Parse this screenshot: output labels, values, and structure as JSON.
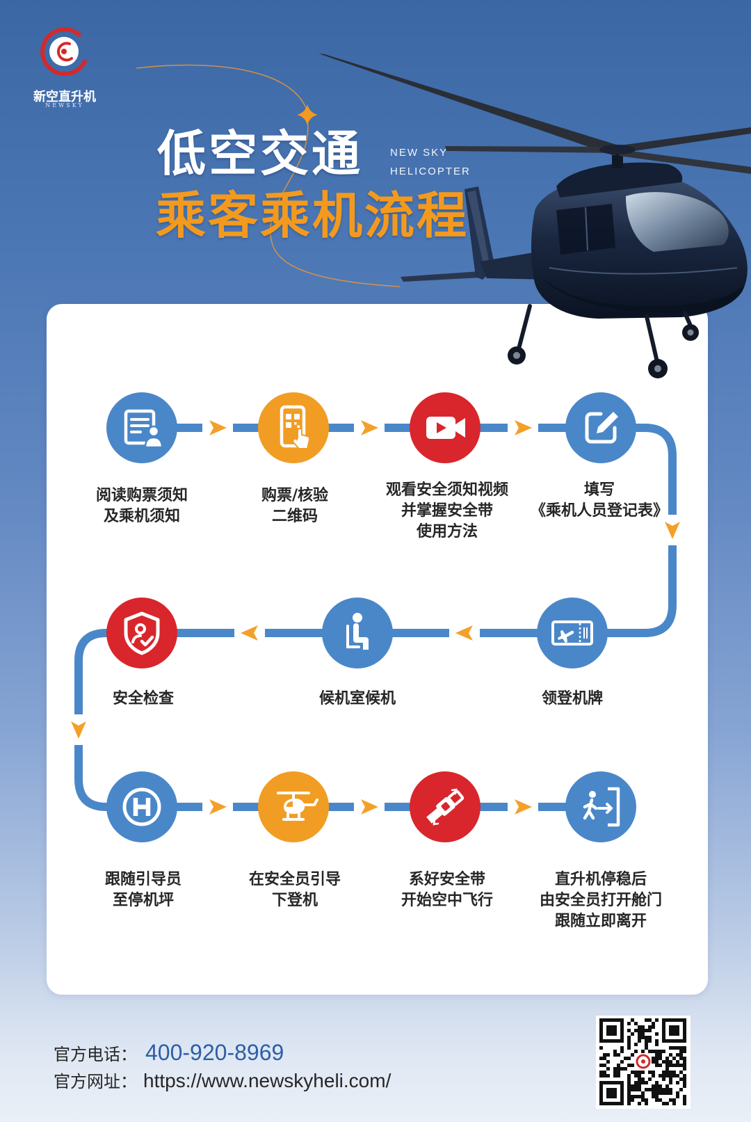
{
  "brand": {
    "name_cn": "新空直升机",
    "name_en": "NEWSKY"
  },
  "title": {
    "line1": "低空交通",
    "line2": "乘客乘机流程"
  },
  "tagline": {
    "line1": "NEW SKY",
    "line2": "HELICOPTER"
  },
  "palette": {
    "blue": "#4a87c9",
    "orange": "#f19d24",
    "red": "#d8262c",
    "title_orange": "#f39a1e",
    "phone_blue": "#2c5fa6"
  },
  "steps": [
    {
      "icon": "document-person-icon",
      "color": "blue",
      "lines": [
        "阅读购票须知",
        "及乘机须知"
      ]
    },
    {
      "icon": "phone-qr-scan-icon",
      "color": "orange",
      "lines": [
        "购票/核验",
        "二维码"
      ]
    },
    {
      "icon": "video-camera-icon",
      "color": "red",
      "lines": [
        "观看安全须知视频",
        "并掌握安全带",
        "使用方法"
      ]
    },
    {
      "icon": "edit-form-icon",
      "color": "blue",
      "lines": [
        "填写",
        "《乘机人员登记表》"
      ]
    },
    {
      "icon": "boarding-pass-icon",
      "color": "blue",
      "lines": [
        "领登机牌"
      ]
    },
    {
      "icon": "seated-passenger-icon",
      "color": "blue",
      "lines": [
        "候机室候机"
      ]
    },
    {
      "icon": "security-shield-icon",
      "color": "red",
      "lines": [
        "安全检查"
      ]
    },
    {
      "icon": "helipad-icon",
      "color": "blue",
      "lines": [
        "跟随引导员",
        "至停机坪"
      ]
    },
    {
      "icon": "helicopter-icon",
      "color": "orange",
      "lines": [
        "在安全员引导",
        "下登机"
      ]
    },
    {
      "icon": "seatbelt-icon",
      "color": "red",
      "lines": [
        "系好安全带",
        "开始空中飞行"
      ]
    },
    {
      "icon": "exit-door-icon",
      "color": "blue",
      "lines": [
        "直升机停稳后",
        "由安全员打开舱门",
        "跟随立即离开"
      ]
    }
  ],
  "contact": {
    "phone_label": "官方电话：",
    "phone": "400-920-8969",
    "web_label": "官方网址：",
    "web": "https://www.newskyheli.com/"
  }
}
